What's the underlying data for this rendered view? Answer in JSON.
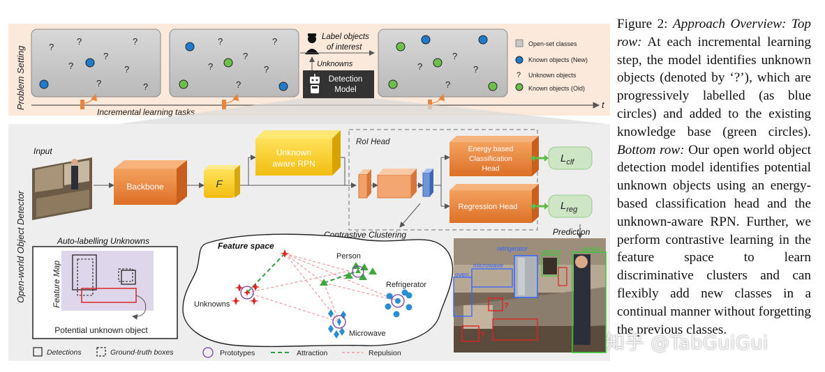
{
  "top": {
    "side_label": "Problem Setting",
    "timeline_label": "Incremental learning tasks",
    "time_symbol": "t",
    "label_objects": "Label objects",
    "of_interest": "of interest",
    "unknowns": "Unknowns",
    "detection": "Detection",
    "model": "Model",
    "unknown_mark": "?",
    "legend": [
      {
        "text": "Open-set classes",
        "color": "#c8c8c8",
        "shape": "square"
      },
      {
        "text": "Known objects (New)",
        "color": "#1f7ccc",
        "shape": "circle"
      },
      {
        "text": "Unknown objects",
        "color": "",
        "shape": "question"
      },
      {
        "text": "Known objects (Old)",
        "color": "#6cc04a",
        "shape": "circle"
      }
    ]
  },
  "bottom": {
    "side_label": "Open-world Object Detector",
    "input": "Input",
    "backbone": "Backbone",
    "f": "F",
    "rpn1": "Unknown",
    "rpn2": "aware RPN",
    "roi_head": "RoI Head",
    "energy1": "Energy based",
    "energy2": "Classification",
    "energy3": "Head",
    "regression": "Regression Head",
    "l_clf_base": "L",
    "l_clf_sub": "clf",
    "l_reg_base": "L",
    "l_reg_sub": "reg",
    "prediction": "Prediction",
    "contrastive": "Contrastive  Clustering",
    "auto_title": "Auto-labelling Unknowns",
    "feature_map": "Feature Map",
    "potential": "Potential unknown object",
    "feature_space": "Feature space",
    "person": "Person",
    "refrigerator": "Refrigerator",
    "unknowns": "Unknowns",
    "microwave": "Microwave",
    "pred_labels": [
      "refrigerator",
      "microwave",
      "oven",
      "person",
      "person",
      "?",
      "?"
    ],
    "legend": {
      "detections": "Detections",
      "gt_boxes": "Ground-truth boxes",
      "prototypes": "Prototypes",
      "attraction": "Attraction",
      "repulsion": "Repulsion"
    }
  },
  "colors": {
    "known_new": "#1f7ccc",
    "known_old": "#6cc04a",
    "orange": "#e8843c",
    "yellow": "#f5cf1e",
    "top_band": "#fbe9dc",
    "bottom_band": "#eeeeee",
    "unknown_red": "#e02222",
    "attraction": "#2e9e3e"
  },
  "caption": {
    "figure": "Figure 2:",
    "title": "Approach Overview:",
    "top_row": "Top row:",
    "top_text": "At each incremental learning step, the model identifies unknown objects (denoted by ‘?’), which are progressively labelled (as blue circles) and added to the existing knowledge base (green circles).",
    "bottom_row": "Bottom row:",
    "bottom_text": "Our open world object detection model identifies potential unknown objects using an energy-based classification head and the unknown-aware RPN. Further, we perform contrastive learning in the feature space to learn discriminative clusters and can flexibly add new classes in a continual manner without forgetting the previous classes."
  },
  "watermark": "知乎 @TabGuiGui"
}
